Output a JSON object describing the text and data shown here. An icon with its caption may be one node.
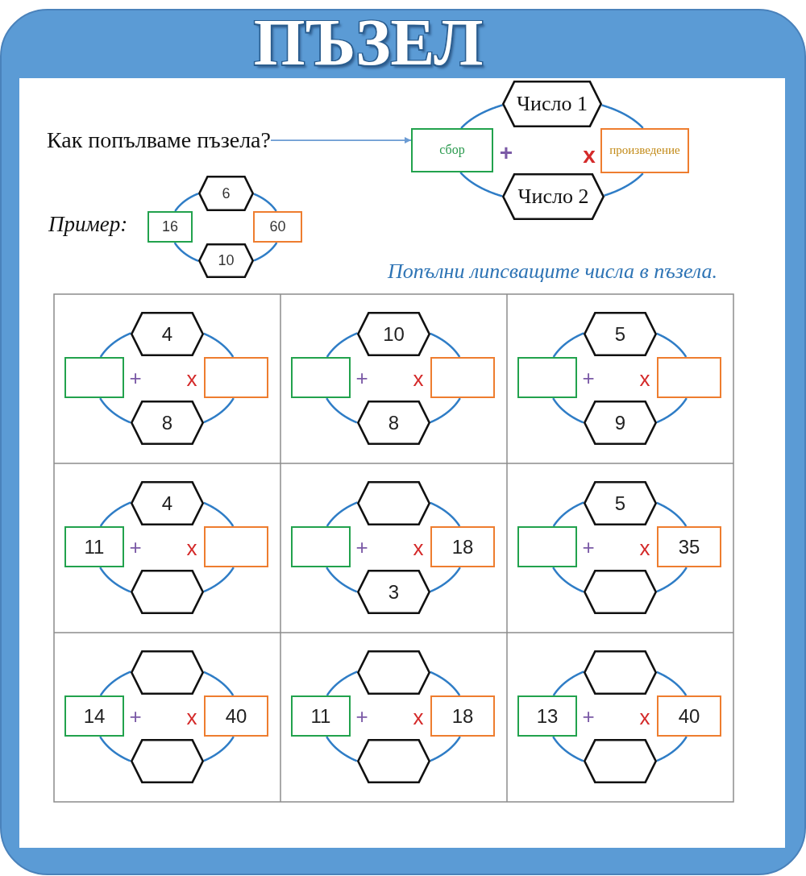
{
  "diagram": {
    "title": "ПЪЗЕЛ",
    "nodes": [
      {
        "text": [
          "Как попълваме пъзела?"
        ]
      },
      {
        "text": [
          "Число 1"
        ]
      },
      {
        "text": [
          "сбор"
        ]
      },
      {
        "text": [
          "произведение"
        ]
      },
      {
        "text": [
          "Число 2"
        ]
      },
      {
        "text": [
          "6"
        ]
      },
      {
        "text": [
          "16"
        ]
      },
      {
        "text": [
          "60"
        ]
      },
      {
        "text": [
          "10"
        ]
      },
      {
        "text": [
          "4"
        ]
      },
      {
        "text": [],
        "shape": "box"
      },
      {
        "text": [],
        "shape": "box"
      },
      {
        "text": [
          "8"
        ]
      },
      {
        "text": [
          "10"
        ]
      },
      {
        "text": [],
        "shape": "box"
      },
      {
        "text": [],
        "shape": "box"
      },
      {
        "text": [
          "8"
        ]
      },
      {
        "text": [
          "5"
        ]
      },
      {
        "text": [],
        "shape": "box"
      },
      {
        "text": [],
        "shape": "box"
      },
      {
        "text": [
          "9"
        ]
      },
      {
        "text": [
          "4"
        ]
      },
      {
        "text": [
          "11"
        ]
      },
      {
        "text": [],
        "shape": "box"
      },
      {
        "text": [],
        "shape": "hexagon"
      },
      {
        "text": [],
        "shape": "hexagon"
      },
      {
        "text": [],
        "shape": "box"
      },
      {
        "text": [
          "18"
        ]
      },
      {
        "text": [
          "3"
        ]
      },
      {
        "text": [
          "5"
        ]
      },
      {
        "text": [],
        "shape": "box"
      },
      {
        "text": [
          "35"
        ]
      },
      {
        "text": [],
        "shape": "hexagon"
      },
      {
        "text": [],
        "shape": "hexagon"
      },
      {
        "text": [
          "14"
        ]
      },
      {
        "text": [
          "40"
        ]
      },
      {
        "text": [],
        "shape": "hexagon"
      },
      {
        "text": [],
        "shape": "hexagon"
      },
      {
        "text": [
          "11"
        ]
      },
      {
        "text": [
          "18"
        ]
      },
      {
        "text": [],
        "shape": "hexagon"
      },
      {
        "text": [],
        "shape": "hexagon"
      },
      {
        "text": [
          "13"
        ]
      },
      {
        "text": [
          "40"
        ]
      },
      {
        "text": [],
        "shape": "hexagon"
      }
    ],
    "edges": [
      {
        "from": 0,
        "to": 2,
        "arrow": "to",
        "color": "#6b9bd3"
      },
      {
        "from": 1,
        "to": 2,
        "arrow": "none"
      },
      {
        "from": 1,
        "to": 3,
        "arrow": "none"
      },
      {
        "from": 2,
        "to": 4,
        "arrow": "none"
      },
      {
        "from": 3,
        "to": 4,
        "arrow": "none"
      },
      {
        "from": 5,
        "to": 6,
        "arrow": "none"
      },
      {
        "from": 5,
        "to": 7,
        "arrow": "none"
      },
      {
        "from": 6,
        "to": 8,
        "arrow": "none"
      },
      {
        "from": 7,
        "to": 8,
        "arrow": "none"
      },
      {
        "from": 9,
        "to": 10,
        "arrow": "none"
      },
      {
        "from": 9,
        "to": 11,
        "arrow": "none"
      },
      {
        "from": 10,
        "to": 12,
        "arrow": "none"
      },
      {
        "from": 11,
        "to": 12,
        "arrow": "none"
      },
      {
        "from": 13,
        "to": 14,
        "arrow": "none"
      },
      {
        "from": 13,
        "to": 15,
        "arrow": "none"
      },
      {
        "from": 14,
        "to": 16,
        "arrow": "none"
      },
      {
        "from": 15,
        "to": 16,
        "arrow": "none"
      },
      {
        "from": 17,
        "to": 18,
        "arrow": "none"
      },
      {
        "from": 17,
        "to": 19,
        "arrow": "none"
      },
      {
        "from": 18,
        "to": 20,
        "arrow": "none"
      },
      {
        "from": 19,
        "to": 20,
        "arrow": "none"
      },
      {
        "from": 21,
        "to": 22,
        "arrow": "none"
      },
      {
        "from": 21,
        "to": 23,
        "arrow": "none"
      },
      {
        "from": 22,
        "to": 24,
        "arrow": "none"
      },
      {
        "from": 23,
        "to": 24,
        "arrow": "none"
      },
      {
        "from": 25,
        "to": 26,
        "arrow": "none"
      },
      {
        "from": 25,
        "to": 27,
        "arrow": "none"
      },
      {
        "from": 26,
        "to": 28,
        "arrow": "none"
      },
      {
        "from": 27,
        "to": 28,
        "arrow": "none"
      },
      {
        "from": 29,
        "to": 30,
        "arrow": "none"
      },
      {
        "from": 29,
        "to": 31,
        "arrow": "none"
      },
      {
        "from": 30,
        "to": 32,
        "arrow": "none"
      },
      {
        "from": 31,
        "to": 32,
        "arrow": "none"
      },
      {
        "from": 33,
        "to": 34,
        "arrow": "none"
      },
      {
        "from": 33,
        "to": 35,
        "arrow": "none"
      },
      {
        "from": 34,
        "to": 36,
        "arrow": "none"
      },
      {
        "from": 35,
        "to": 36,
        "arrow": "none"
      },
      {
        "from": 37,
        "to": 38,
        "arrow": "none"
      },
      {
        "from": 37,
        "to": 39,
        "arrow": "none"
      },
      {
        "from": 38,
        "to": 40,
        "arrow": "none"
      },
      {
        "from": 39,
        "to": 40,
        "arrow": "none"
      },
      {
        "from": 41,
        "to": 42,
        "arrow": "none"
      },
      {
        "from": 41,
        "to": 43,
        "arrow": "none"
      },
      {
        "from": 42,
        "to": 44,
        "arrow": "none"
      },
      {
        "from": 43,
        "to": 44,
        "arrow": "none"
      }
    ],
    "labels": [
      "+",
      "x",
      "Пример:",
      "Попълни липсващите числа в пъзела.",
      "+",
      "x",
      "+",
      "x",
      "+",
      "x",
      "+",
      "x",
      "+",
      "x",
      "+",
      "x",
      "+",
      "x",
      "+",
      "x",
      "+",
      "x"
    ]
  }
}
